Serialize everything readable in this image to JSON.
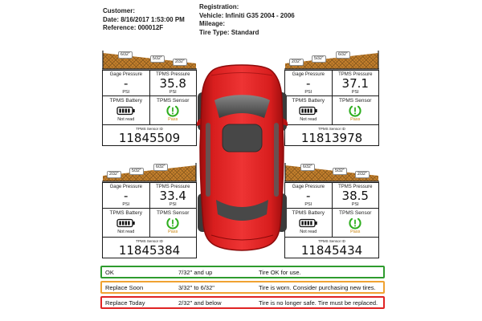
{
  "header": {
    "customer": "Customer:",
    "date": "Date: 8/16/2017 1:53:00 PM",
    "reference": "Reference: 000012F",
    "registration": "Registration:",
    "vehicle": "Vehicle: Infiniti G35 2004 - 2006",
    "mileage": "Mileage:",
    "tire_type": "Tire Type: Standard"
  },
  "labels": {
    "gage_pressure": "Gage Pressure",
    "tpms_pressure": "TPMS Pressure",
    "psi": "PSI",
    "tpms_battery": "TPMS Battery",
    "tpms_sensor": "TPMS Sensor",
    "tpms_sensor_id": "TPMS Sensor ID"
  },
  "tires": [
    {
      "position": "front-left",
      "tread": [
        "6/32\"",
        "5/32\"",
        "2/32\""
      ],
      "gage_pressure": "-",
      "tpms_pressure": "35.8",
      "battery_status": "Not read",
      "sensor_status": "Pass",
      "sensor_id": "11845509"
    },
    {
      "position": "front-right",
      "tread": [
        "2/32\"",
        "5/32\"",
        "6/32\""
      ],
      "gage_pressure": "-",
      "tpms_pressure": "37.1",
      "battery_status": "Not read",
      "sensor_status": "Pass",
      "sensor_id": "11813978"
    },
    {
      "position": "rear-left",
      "tread": [
        "2/32\"",
        "5/32\"",
        "6/32\""
      ],
      "gage_pressure": "-",
      "tpms_pressure": "33.4",
      "battery_status": "Not read",
      "sensor_status": "Pass",
      "sensor_id": "11845384"
    },
    {
      "position": "rear-right",
      "tread": [
        "6/32\"",
        "5/32\"",
        "2/32\""
      ],
      "gage_pressure": "-",
      "tpms_pressure": "38.5",
      "battery_status": "Not read",
      "sensor_status": "Pass",
      "sensor_id": "11845434"
    }
  ],
  "legend": {
    "rows": [
      {
        "status": "OK",
        "range": "7/32\" and up",
        "description": "Tire OK for use.",
        "border_color": "#2e9b2e"
      },
      {
        "status": "Replace Soon",
        "range": "3/32\" to 6/32\"",
        "description": "Tire is worn. Consider purchasing new tires.",
        "border_color": "#f0a232"
      },
      {
        "status": "Replace Today",
        "range": "2/32\" and below",
        "description": "Tire is no longer safe. Tire must be replaced.",
        "border_color": "#e02424"
      }
    ]
  },
  "colors": {
    "tread_wedge": "#c9832e",
    "tread_hatch": "#8a5a1e",
    "tpms_sensor_pass_icon": "#2fae1f",
    "pass_text": "#c8820a",
    "car_body_red": "#d11616",
    "glass_gray": "#474747"
  }
}
